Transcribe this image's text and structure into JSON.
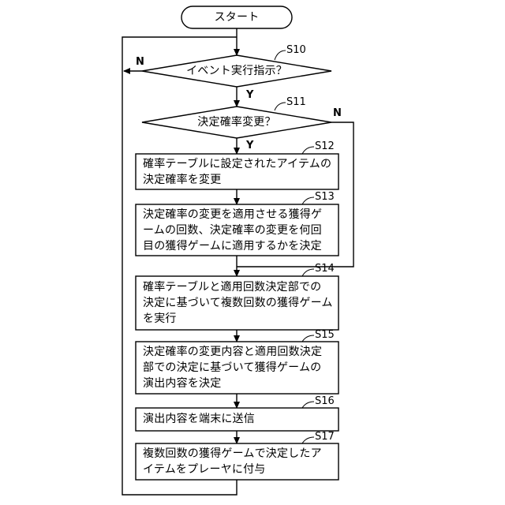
{
  "flowchart": {
    "start": "スタート",
    "steps": {
      "s10": {
        "id": "S10",
        "text": "イベント実行指示？"
      },
      "s11": {
        "id": "S11",
        "text": "決定確率変更？"
      },
      "s12": {
        "id": "S12",
        "text": "確率テーブルに設定されたアイテムの\n決定確率を変更"
      },
      "s13": {
        "id": "S13",
        "text": "決定確率の変更を適用させる獲得ゲ\nームの回数、決定確率の変更を何回\n目の獲得ゲームに適用するかを決定"
      },
      "s14": {
        "id": "S14",
        "text": "確率テーブルと適用回数決定部での\n決定に基づいて複数回数の獲得ゲーム\nを実行"
      },
      "s15": {
        "id": "S15",
        "text": "決定確率の変更内容と適用回数決定\n部での決定に基づいて獲得ゲームの\n演出内容を決定"
      },
      "s16": {
        "id": "S16",
        "text": "演出内容を端末に送信"
      },
      "s17": {
        "id": "S17",
        "text": "複数回数の獲得ゲームで決定したア\nイテムをプレーヤに付与"
      }
    },
    "branches": {
      "s10_no": "N",
      "s10_yes": "Y",
      "s11_no": "N",
      "s11_yes": "Y"
    }
  }
}
